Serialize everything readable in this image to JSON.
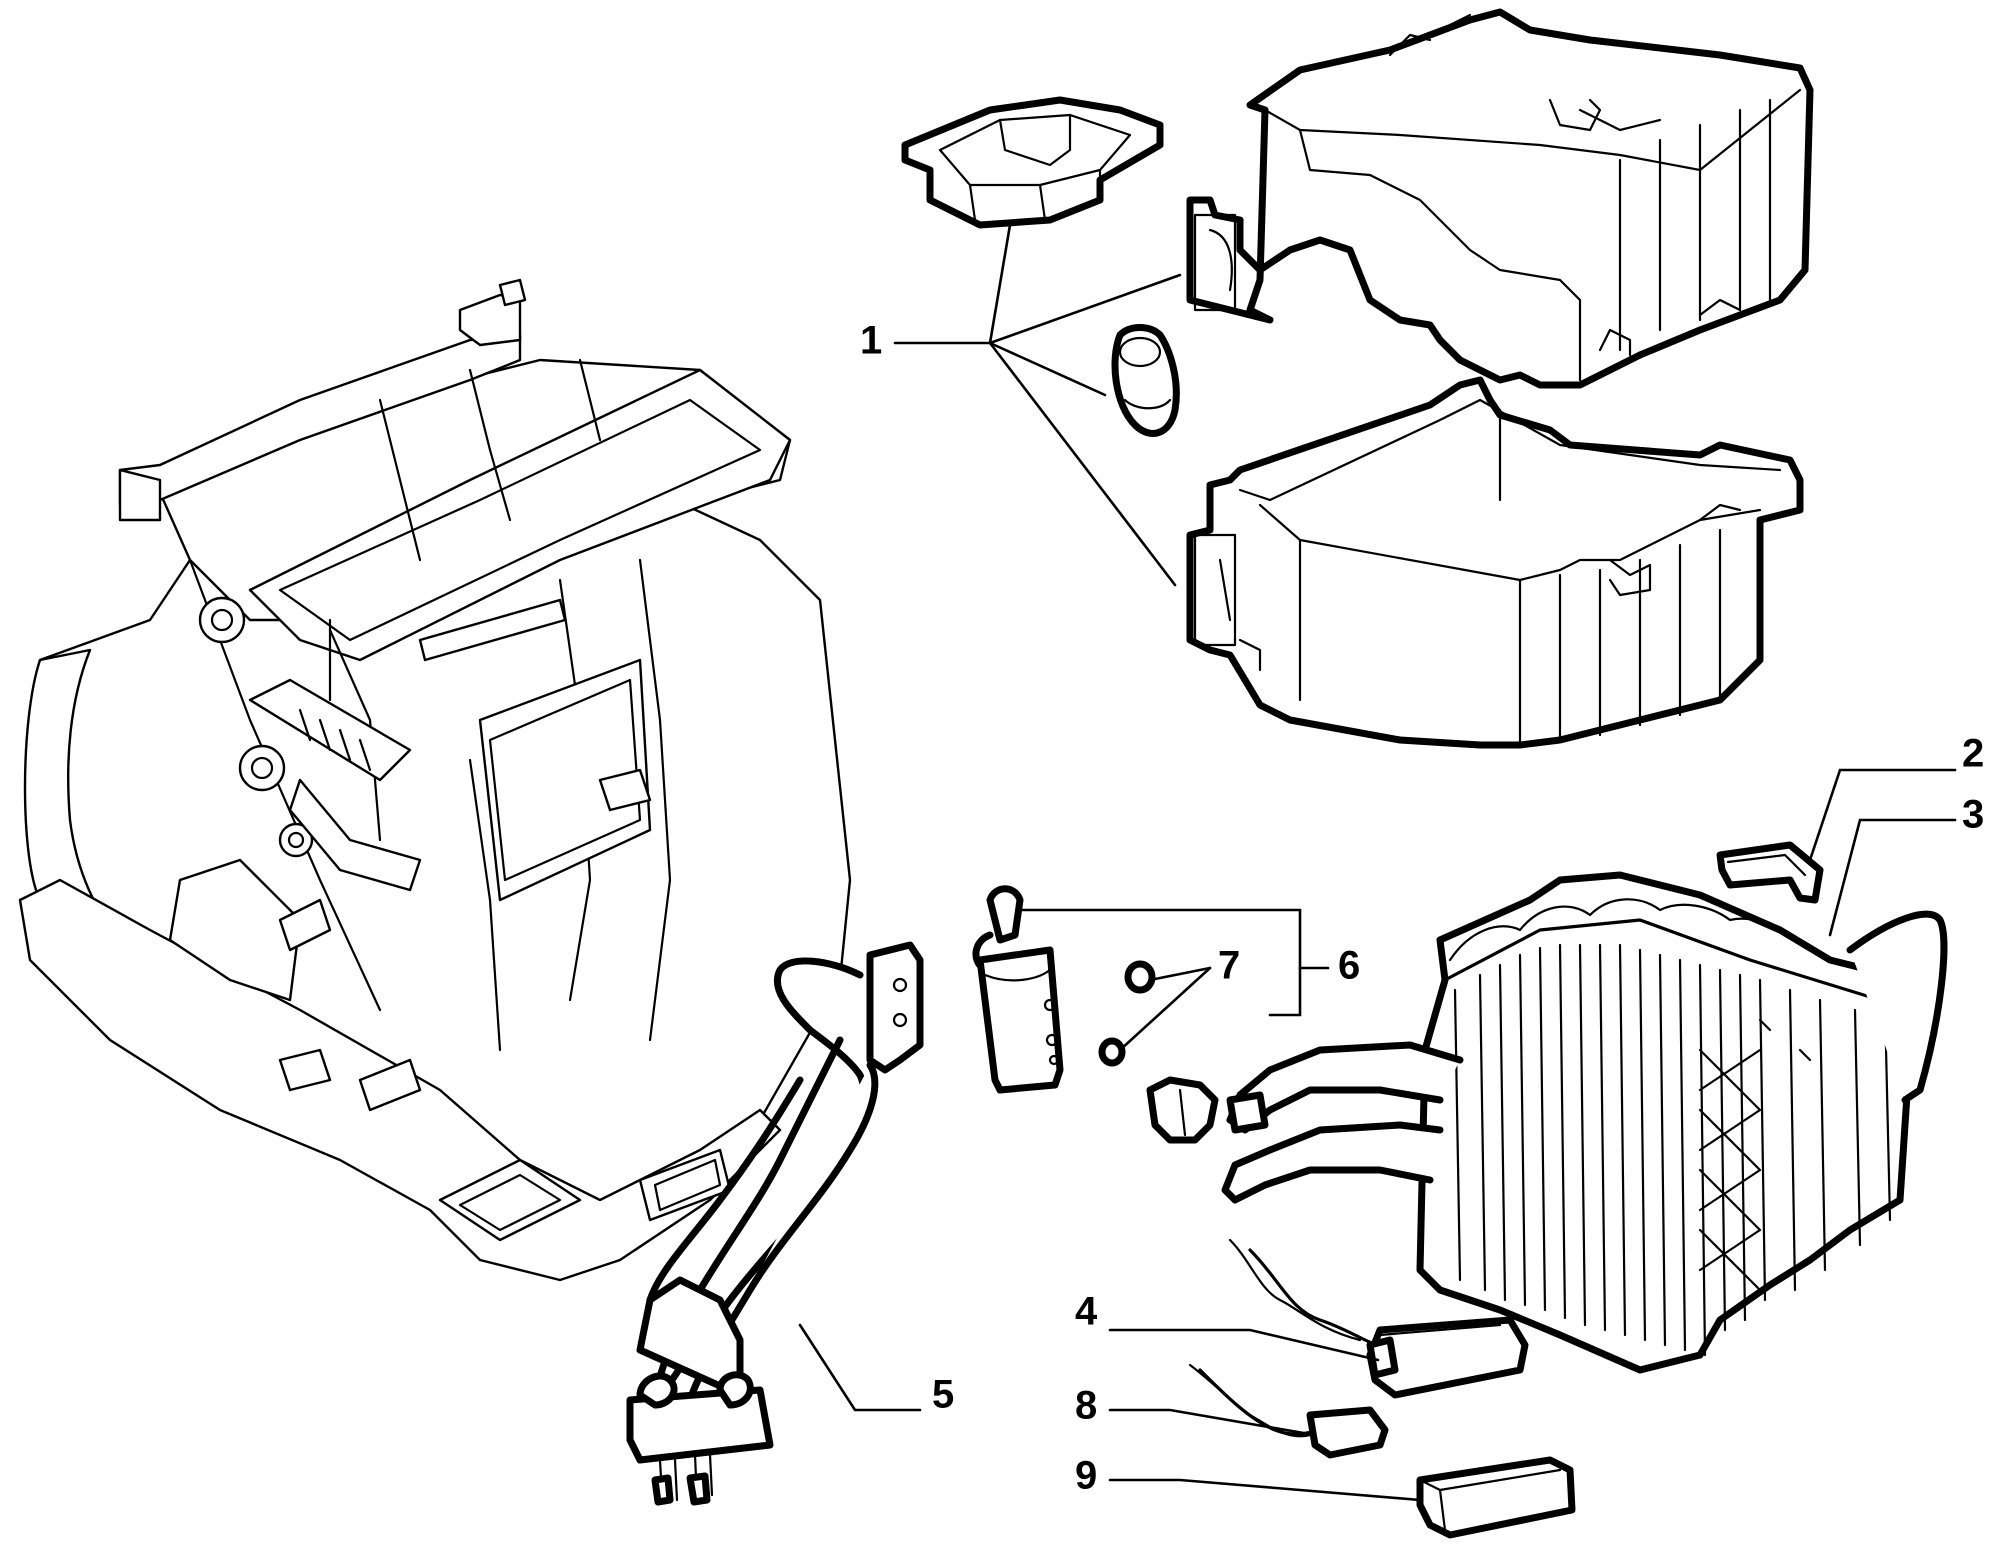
{
  "diagram": {
    "parts": [
      {
        "id": "housing",
        "callout": ""
      },
      {
        "id": "evaporator-case-parts",
        "callout": "1"
      },
      {
        "id": "clip",
        "callout": "2"
      },
      {
        "id": "evaporator",
        "callout": "3"
      },
      {
        "id": "sensor-cable",
        "callout": "4"
      },
      {
        "id": "pipe-assembly",
        "callout": "5"
      },
      {
        "id": "expansion-valve-kit",
        "callout": "6"
      },
      {
        "id": "o-rings",
        "callout": "7"
      },
      {
        "id": "connector-cable",
        "callout": "8"
      },
      {
        "id": "connector-block",
        "callout": "9"
      }
    ]
  }
}
